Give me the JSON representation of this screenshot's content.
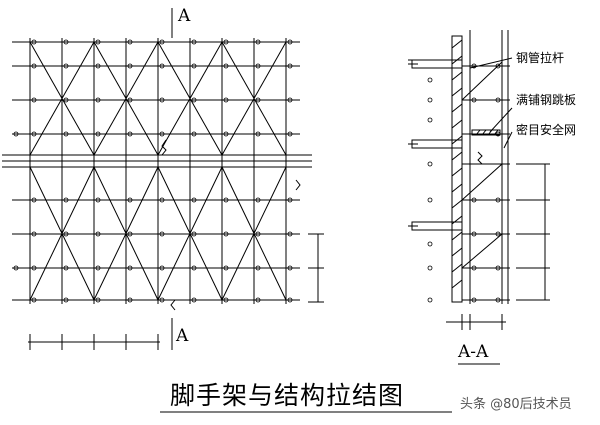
{
  "elevation": {
    "section_mark_top": "A",
    "section_mark_bottom": "A"
  },
  "section": {
    "label": "A-A",
    "callouts": [
      "钢管拉杆",
      "满铺钢跳板",
      "密目安全网"
    ]
  },
  "caption": "脚手架与结构拉结图",
  "watermark": "头条 @80后技术员",
  "colors": {
    "line": "#000000",
    "watermark": "#555555"
  }
}
